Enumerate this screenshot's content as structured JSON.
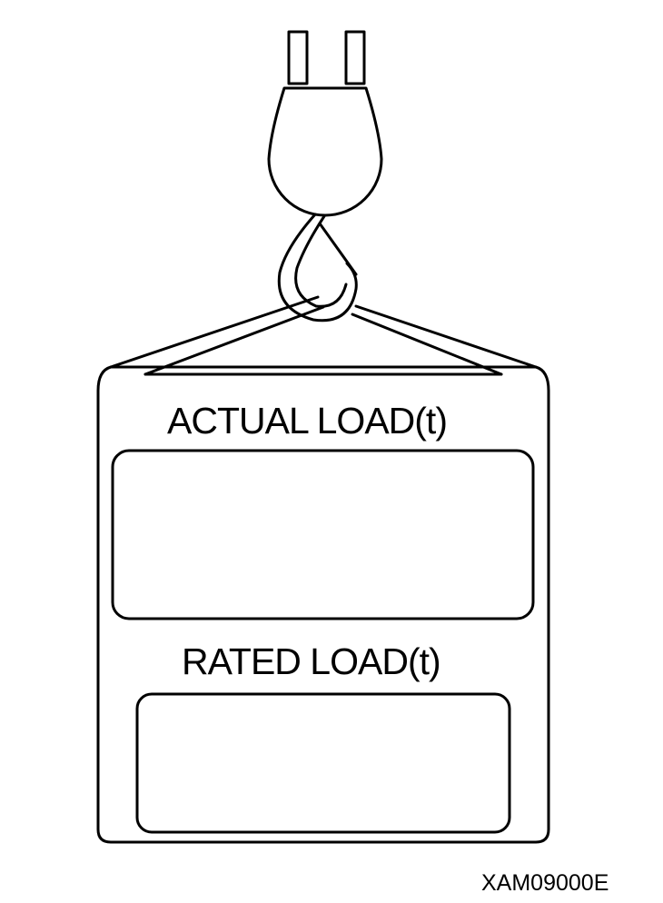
{
  "sign": {
    "actual_label": "ACTUAL LOAD(t)",
    "rated_label": "RATED LOAD(t)",
    "actual_value": "",
    "rated_value": ""
  },
  "figure_code": "XAM09000E",
  "colors": {
    "line": "#000000",
    "background": "#ffffff"
  }
}
